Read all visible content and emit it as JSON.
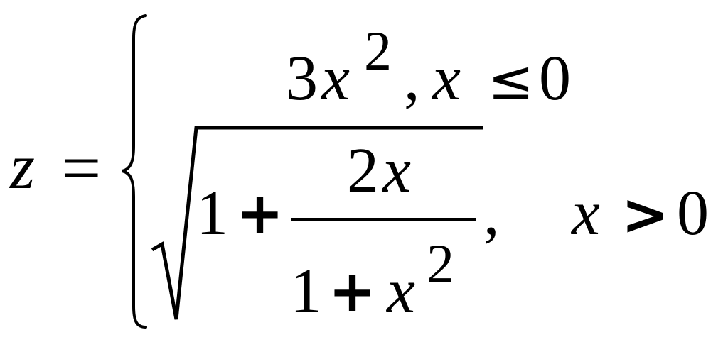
{
  "formula": {
    "lhs_var": "z",
    "equals": "=",
    "case1": {
      "coef": "3",
      "var": "x",
      "exp": "2",
      "comma": ",",
      "cond_var": "x",
      "cond_op": "≤",
      "cond_val": "0"
    },
    "case2": {
      "one": "1",
      "plus": "+",
      "num_coef": "2",
      "num_var": "x",
      "den_one": "1",
      "den_plus": "+",
      "den_var": "x",
      "den_exp": "2",
      "comma": ",",
      "cond_var": "x",
      "cond_op": ">",
      "cond_val": "0"
    }
  }
}
